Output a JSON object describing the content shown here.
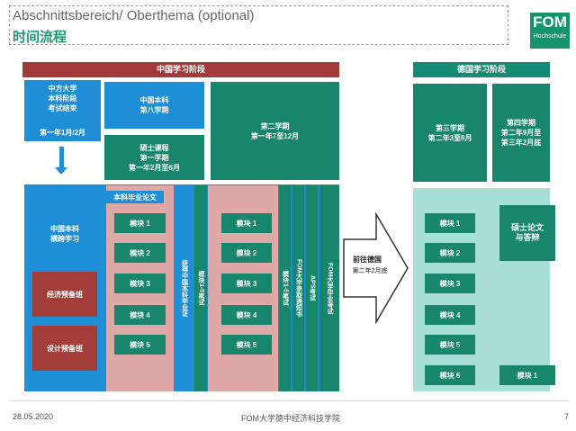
{
  "header": {
    "subtitle": "Abschnittsbereich/ Oberthema (optional)",
    "title": "时间流程"
  },
  "logo": {
    "main": "FOM",
    "sub": "Hochschule"
  },
  "phases": {
    "china": "中国学习阶段",
    "germany": "德国学习阶段"
  },
  "china": {
    "univ_end": "中方大学\n本科阶段\n考试结束",
    "univ_date": "第一年1月/2月",
    "bachelor_8": "中国本科\n第八学期",
    "master_1": "硕士课程\n第一学期\n第一年2月至6月",
    "sem2": "第二学期\n第一年7至12月",
    "bachelor_cross": "中国本科\n横跨学习",
    "econ_class": "经济预备班",
    "design_class": "设计预备班",
    "thesis_label": "本科毕业论文",
    "modules_a": [
      "模块 1",
      "模块 2",
      "模块 3",
      "模块 4",
      "模块 5"
    ],
    "vert_a": "获得中国本科毕业证",
    "vert_b": "模块1-5笔试",
    "modules_b": [
      "模块 1",
      "模块 2",
      "模块 3",
      "模块 4",
      "模块 5"
    ],
    "vert_c": "模块1-5笔试",
    "vert_d": "FOM大学录取通知书",
    "vert_e": "APS考试",
    "vert_f": "FOM大学毕业考试"
  },
  "transition": {
    "label": "前往德国",
    "date": "第二年2月底"
  },
  "germany": {
    "sem3": "第三学期\n第二年3至8月",
    "sem4": "第四学期\n第二年9月至\n第三年2月底",
    "modules": [
      "模块 1",
      "模块 2",
      "模块 3",
      "模块 4",
      "模块 5",
      "模块 6"
    ],
    "thesis": "硕士论文\n与答辩",
    "module_right": "模块 1"
  },
  "footer": {
    "date": "28.05.2020",
    "center": "FOM大学德中经济科技学院",
    "page": "7"
  }
}
